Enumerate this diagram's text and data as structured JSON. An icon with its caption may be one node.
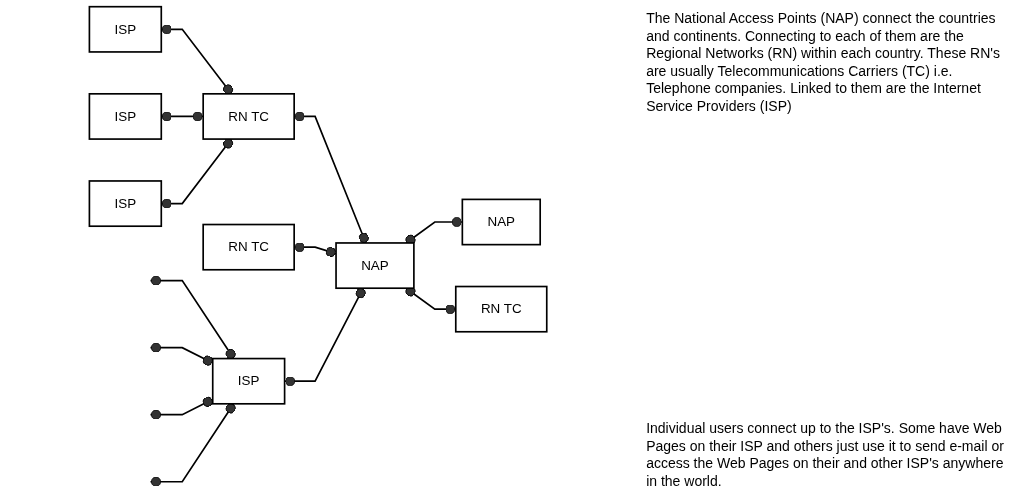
{
  "diagram": {
    "nodes": [
      {
        "text": [
          "ISP"
        ]
      },
      {
        "text": [
          "ISP"
        ]
      },
      {
        "text": [
          "RN TC"
        ]
      },
      {
        "text": [
          "ISP"
        ]
      },
      {
        "text": [
          "RN TC"
        ]
      },
      {
        "text": [
          "NAP"
        ]
      },
      {
        "text": [
          "NAP"
        ]
      },
      {
        "text": [
          "ISP"
        ]
      },
      {
        "text": [
          "RN TC"
        ]
      }
    ],
    "edges": [
      {
        "from": 0,
        "to": 2,
        "arrow": "other"
      },
      {
        "from": 1,
        "to": 2,
        "arrow": "other"
      },
      {
        "from": 3,
        "to": 2,
        "arrow": "other"
      },
      {
        "from": 2,
        "to": 5,
        "arrow": "other"
      },
      {
        "from": 4,
        "to": 5,
        "arrow": "other"
      },
      {
        "from": 5,
        "to": 6,
        "arrow": "other"
      },
      {
        "from": 7,
        "to": 5,
        "arrow": "other"
      },
      {
        "from": 5,
        "to": 8,
        "arrow": "other"
      },
      {
        "from": null,
        "to": 7,
        "arrow": "other"
      },
      {
        "from": null,
        "to": 7,
        "arrow": "other"
      },
      {
        "from": null,
        "to": 7,
        "arrow": "other"
      },
      {
        "from": null,
        "to": 7,
        "arrow": "other"
      }
    ],
    "labels": [
      "The National Access Points (NAP) connect the countries and continents. Connecting to each of them are the Regional Networks (RN) within each country. These RN's are usually Telecommunications Carriers (TC) i.e. Telephone companies. Linked to them are the Internet Service Providers (ISP)",
      "Individual users connect up to the ISP's. Some have Web Pages on their ISP and others just use it to send e-mail or access the Web Pages on their and other ISP's anywhere in the world."
    ]
  }
}
